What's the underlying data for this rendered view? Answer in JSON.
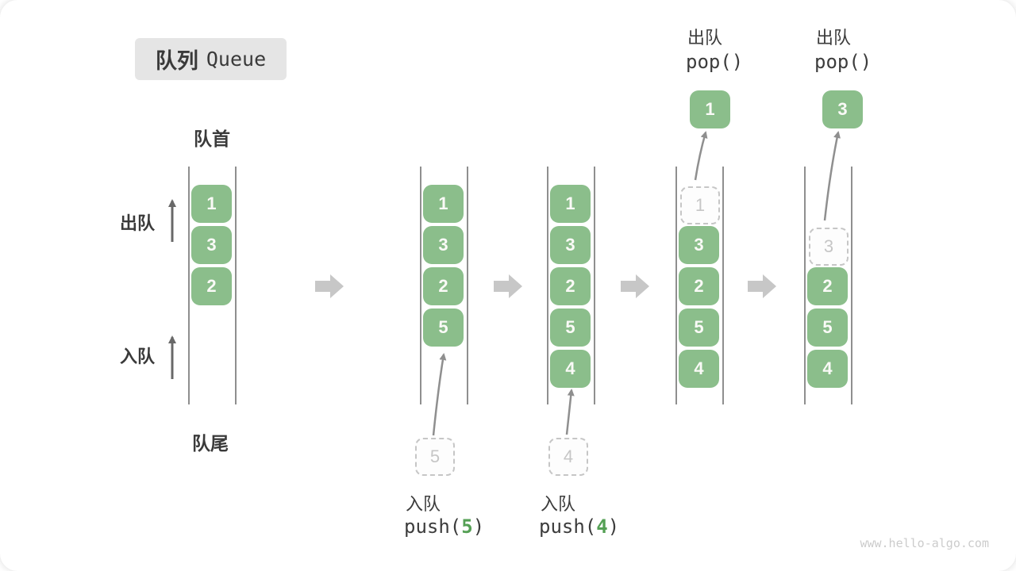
{
  "title": {
    "zh": "队列",
    "en": "Queue"
  },
  "labels": {
    "front": "队首",
    "rear": "队尾",
    "dequeue": "出队",
    "enqueue": "入队"
  },
  "watermark": "www.hello-algo.com",
  "colors": {
    "cell_green": "#8BBE8B",
    "cell_text": "#FAFAF7",
    "ghost_gray": "#C6C6C6",
    "line_gray": "#8F8F8F",
    "block_arrow_gray": "#C7C7C7",
    "curve_arrow_gray": "#8F8F8F",
    "side_arrow_dark": "#686868",
    "text_dark": "#3A3A3A",
    "accent_green": "#55A055",
    "title_bg": "#E5E5E5",
    "watermark_gray": "#CCCCCC"
  },
  "states": [
    {
      "cells": [
        "1",
        "3",
        "2"
      ]
    },
    {
      "cells": [
        "1",
        "3",
        "2",
        "5"
      ],
      "pending": "5",
      "op": {
        "label": "入队",
        "fn_pre": "push(",
        "fn_arg": "5",
        "fn_post": ")"
      }
    },
    {
      "cells": [
        "1",
        "3",
        "2",
        "5",
        "4"
      ],
      "pending": "4",
      "op": {
        "label": "入队",
        "fn_pre": "push(",
        "fn_arg": "4",
        "fn_post": ")"
      }
    },
    {
      "cells": [
        "3",
        "2",
        "5",
        "4"
      ],
      "ghost": "1",
      "popped": "1",
      "op": {
        "label": "出队",
        "fn": "pop()"
      }
    },
    {
      "cells": [
        "2",
        "5",
        "4"
      ],
      "ghost": "3",
      "popped": "3",
      "op": {
        "label": "出队",
        "fn": "pop()"
      }
    }
  ]
}
